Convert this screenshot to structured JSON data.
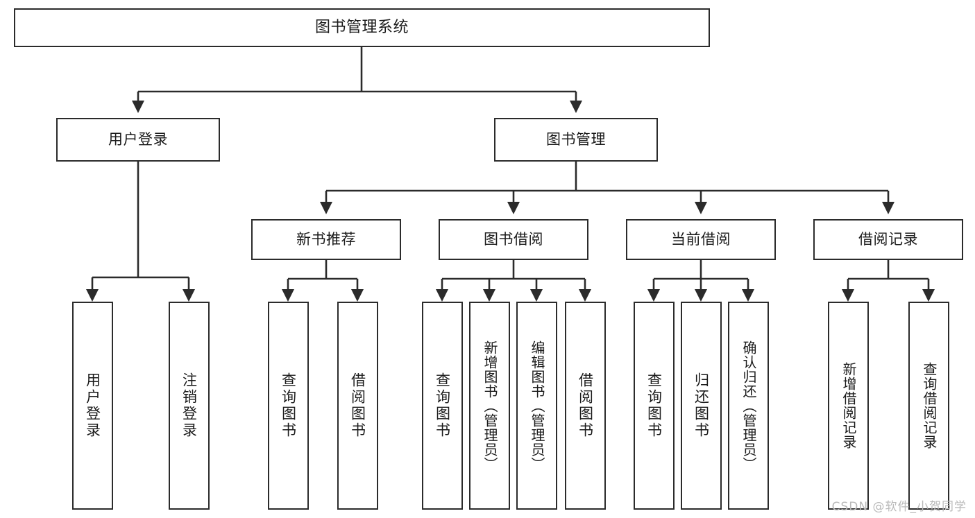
{
  "diagram": {
    "title": "图书管理系统",
    "watermark": "CSDN @软件_小贺同学",
    "colors": {
      "stroke": "#2b2b2b",
      "fill": "#ffffff",
      "text": "#1b1b1b",
      "watermark": "#b9b9b9"
    },
    "levels": {
      "root": "图书管理系统",
      "level2": [
        "用户登录",
        "图书管理"
      ],
      "level3": [
        "新书推荐",
        "图书借阅",
        "当前借阅",
        "借阅记录"
      ]
    },
    "nodes": {
      "root": {
        "label": "图书管理系统"
      },
      "user_login": {
        "label": "用户登录"
      },
      "book_manage": {
        "label": "图书管理"
      },
      "new_book_rec": {
        "label": "新书推荐"
      },
      "book_borrow": {
        "label": "图书借阅"
      },
      "current_borrow": {
        "label": "当前借阅"
      },
      "borrow_record": {
        "label": "借阅记录"
      },
      "leaf_user_login": {
        "label": "用户登录"
      },
      "leaf_user_logout": {
        "label": "注销登录"
      },
      "leaf_query_book_1": {
        "label": "查询图书"
      },
      "leaf_borrow_book_1": {
        "label": "借阅图书"
      },
      "leaf_query_book_2": {
        "label": "查询图书"
      },
      "leaf_add_book_admin": {
        "label": "新增图书（管理员）"
      },
      "leaf_edit_book_admin": {
        "label": "编辑图书（管理员）"
      },
      "leaf_borrow_book_2": {
        "label": "借阅图书"
      },
      "leaf_query_book_3": {
        "label": "查询图书"
      },
      "leaf_return_book": {
        "label": "归还图书"
      },
      "leaf_confirm_return_admin": {
        "label": "确认归还（管理员）"
      },
      "leaf_add_borrow_record": {
        "label": "新增借阅记录"
      },
      "leaf_query_borrow_record": {
        "label": "查询借阅记录"
      }
    },
    "tree": [
      {
        "label": "图书管理系统",
        "children": [
          {
            "label": "用户登录",
            "children": [
              {
                "label": "用户登录"
              },
              {
                "label": "注销登录"
              }
            ]
          },
          {
            "label": "图书管理",
            "children": [
              {
                "label": "新书推荐",
                "children": [
                  {
                    "label": "查询图书"
                  },
                  {
                    "label": "借阅图书"
                  }
                ]
              },
              {
                "label": "图书借阅",
                "children": [
                  {
                    "label": "查询图书"
                  },
                  {
                    "label": "新增图书（管理员）"
                  },
                  {
                    "label": "编辑图书（管理员）"
                  },
                  {
                    "label": "借阅图书"
                  }
                ]
              },
              {
                "label": "当前借阅",
                "children": [
                  {
                    "label": "查询图书"
                  },
                  {
                    "label": "归还图书"
                  },
                  {
                    "label": "确认归还（管理员）"
                  }
                ]
              },
              {
                "label": "借阅记录",
                "children": [
                  {
                    "label": "新增借阅记录"
                  },
                  {
                    "label": "查询借阅记录"
                  }
                ]
              }
            ]
          }
        ]
      }
    ]
  }
}
